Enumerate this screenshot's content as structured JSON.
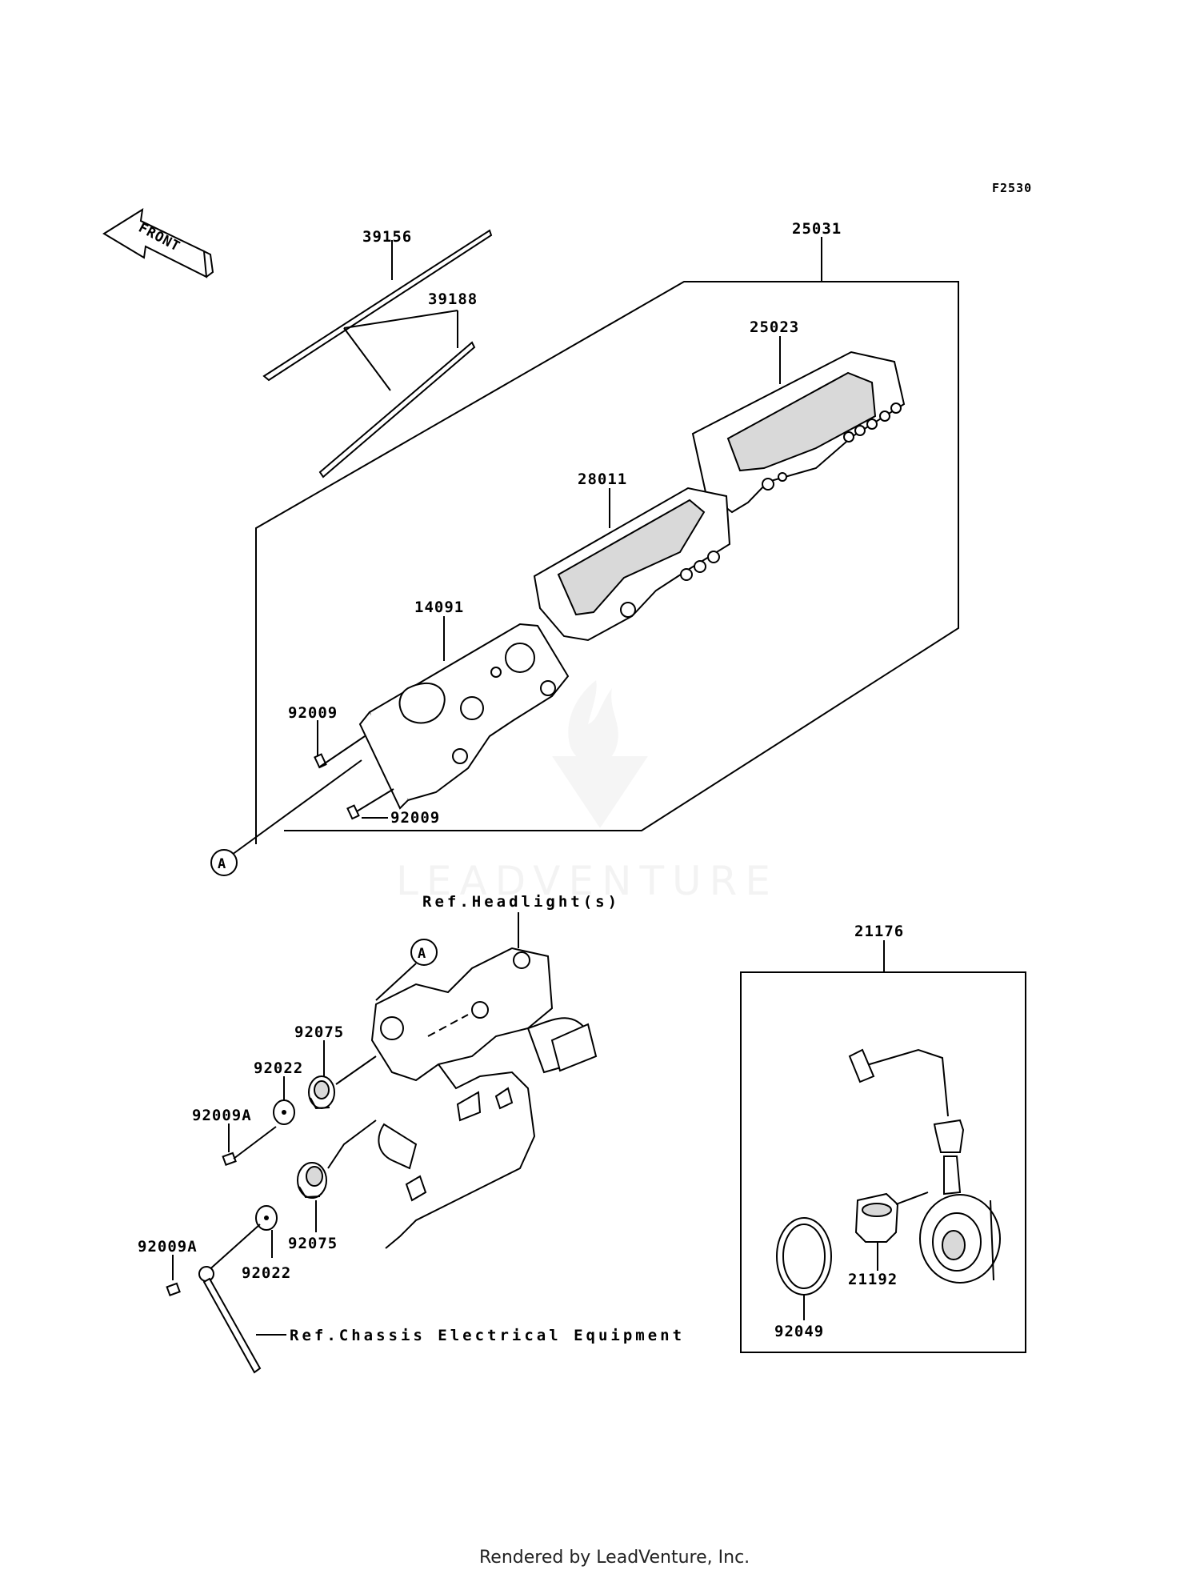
{
  "diagram_code": "F2530",
  "front_label": "FRONT",
  "callout_a": "A",
  "watermark": "LEADVENTURE",
  "footer": "Rendered by LeadVenture, Inc.",
  "parts": {
    "p39156": "39156",
    "p39188": "39188",
    "p25031": "25031",
    "p25023": "25023",
    "p28011": "28011",
    "p14091": "14091",
    "p92009_top": "92009",
    "p92009_bottom": "92009",
    "p92075_top": "92075",
    "p92075_bottom": "92075",
    "p92022_top": "92022",
    "p92022_bottom": "92022",
    "p92009A_top": "92009A",
    "p92009A_bottom": "92009A",
    "p21176": "21176",
    "p21192": "21192",
    "p92049": "92049"
  },
  "refs": {
    "headlight": "Ref.Headlight(s)",
    "chassis": "Ref.Chassis Electrical Equipment"
  }
}
